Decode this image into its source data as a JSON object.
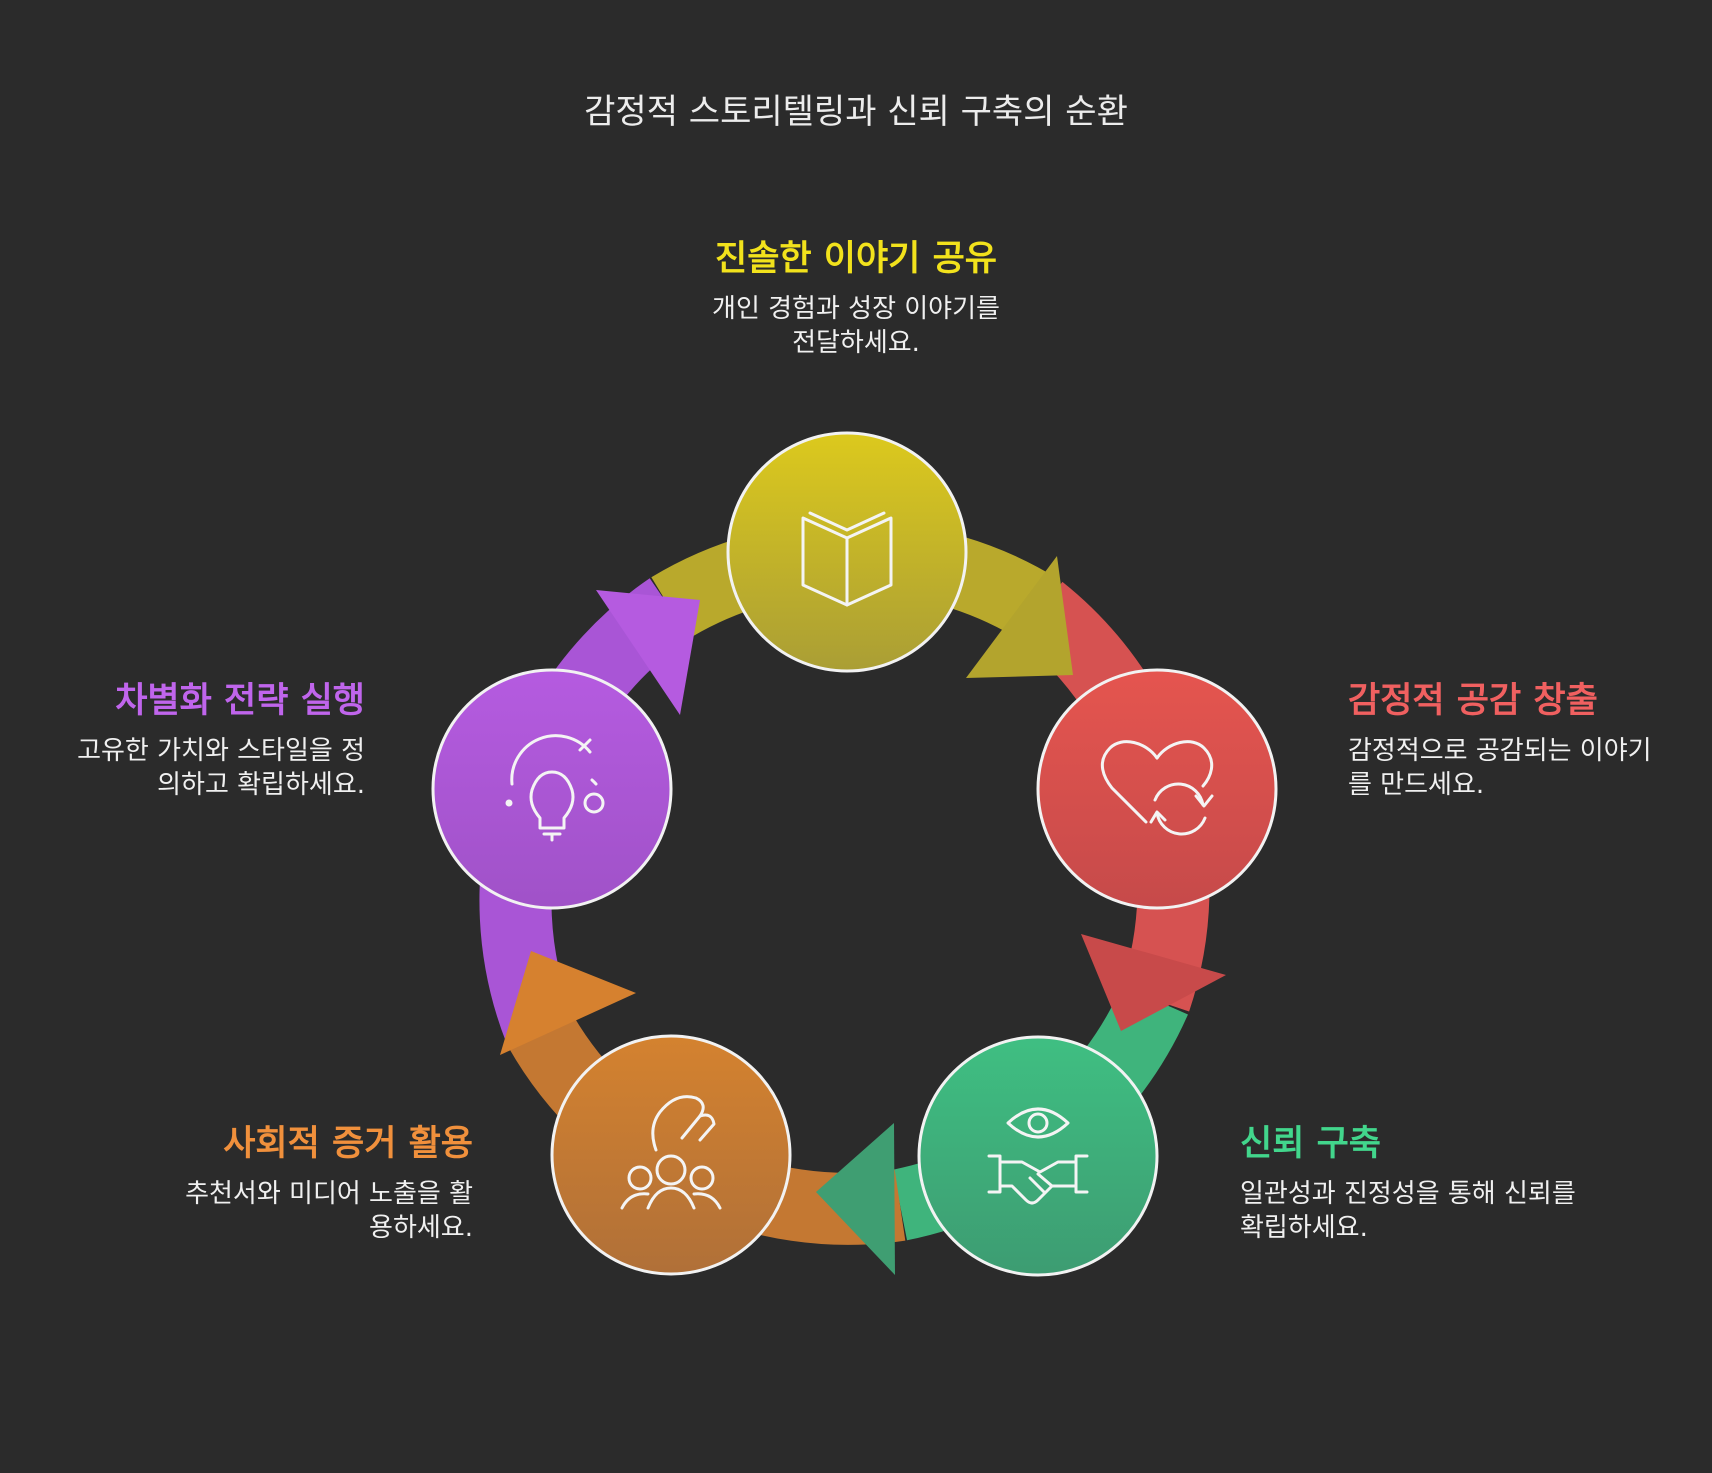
{
  "title": "감정적 스토리텔링과 신뢰 구축의 순환",
  "steps": [
    {
      "heading": "진솔한 이야기 공유",
      "text": "개인 경험과 성장 이야기를 전달하세요.",
      "color": "#f2e21c",
      "grad_top": "#dcc91d",
      "grad_bottom": "#aa9e35",
      "icon": "open-book-icon"
    },
    {
      "heading": "감정적 공감 창출",
      "text": "감정적으로 공감되는 이야기를 만드세요.",
      "color": "#f06060",
      "grad_top": "#e5554f",
      "grad_bottom": "#c64a4a",
      "icon": "heart-refresh-icon"
    },
    {
      "heading": "신뢰 구축",
      "text": "일관성과 진정성을 통해 신뢰를 확립하세요.",
      "color": "#42d68c",
      "grad_top": "#3fbf82",
      "grad_bottom": "#3d9c72",
      "icon": "eye-handshake-icon"
    },
    {
      "heading": "사회적 증거 활용",
      "text": "추천서와 미디어 노출을 활용하세요.",
      "color": "#f0903c",
      "grad_top": "#d4822f",
      "grad_bottom": "#b07038",
      "icon": "hand-group-icon"
    },
    {
      "heading": "차별화 전략 실행",
      "text": "고유한 가치와 스타일을 정의하고 확립하세요.",
      "color": "#c065ec",
      "grad_top": "#b55be0",
      "grad_bottom": "#a052c8",
      "icon": "lightbulb-icon"
    }
  ]
}
